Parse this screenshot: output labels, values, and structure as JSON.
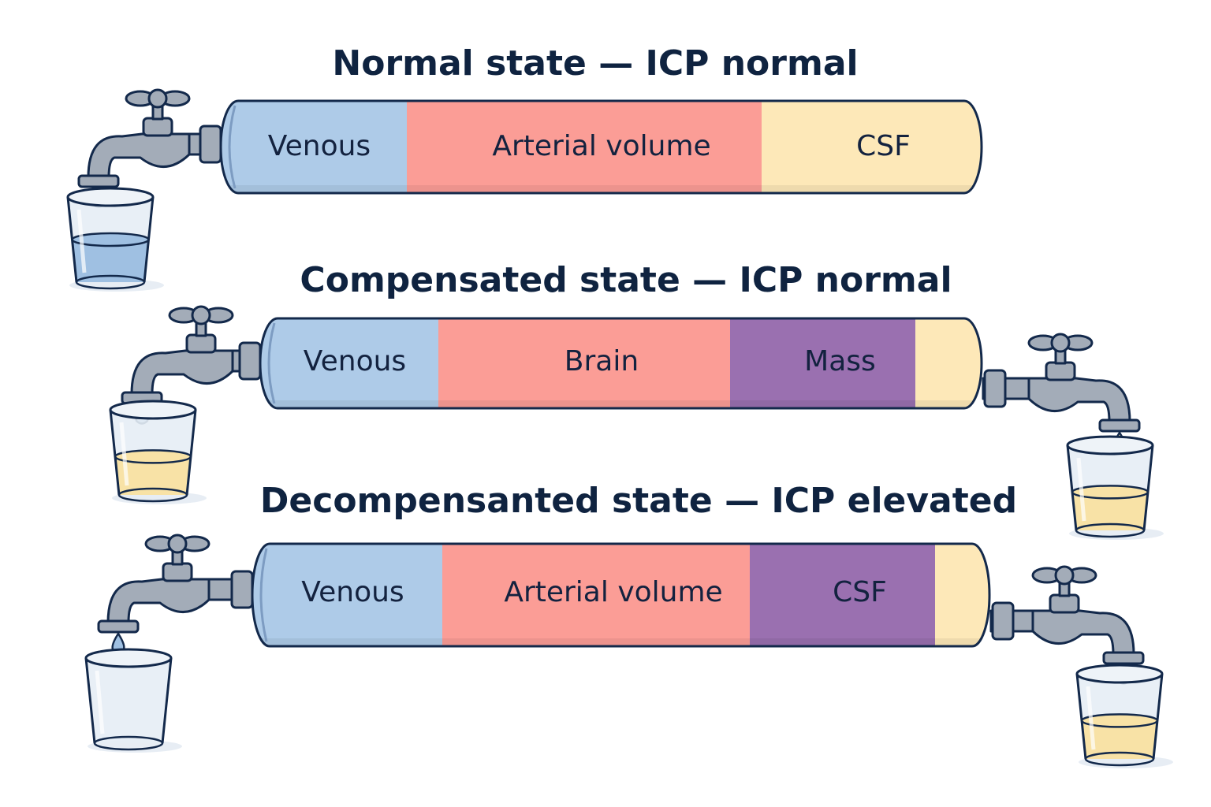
{
  "colors": {
    "outline": "#13294b",
    "venous": "#aecbe8",
    "arterial": "#fb9d96",
    "csf": "#fde8b8",
    "mass": "#9a70b0",
    "tap": "#a3acb8",
    "water_blue": "#9fc0e2",
    "water_yellow": "#f8e2a6"
  },
  "panels": [
    {
      "title": "Normal state — ICP normal",
      "segments": [
        {
          "label": "Venous",
          "kind": "venous"
        },
        {
          "label": "Arterial volume",
          "kind": "arterial"
        },
        {
          "label": "CSF",
          "kind": "csf"
        }
      ],
      "left_tap": {
        "drop": "blue",
        "glass_fill": "blue",
        "glass_level": 0.5
      },
      "right_tap": null
    },
    {
      "title": "Compensated state — ICP normal",
      "segments": [
        {
          "label": "Venous",
          "kind": "venous"
        },
        {
          "label": "Brain",
          "kind": "arterial"
        },
        {
          "label": "Mass",
          "kind": "mass"
        },
        {
          "label": "",
          "kind": "csf"
        }
      ],
      "left_tap": {
        "drop": "blue",
        "glass_fill": "yellow",
        "glass_level": 0.45
      },
      "right_tap": {
        "drop": "yellow",
        "glass_fill": "yellow",
        "glass_level": 0.45
      }
    },
    {
      "title": "Decompensanted state — ICP elevated",
      "segments": [
        {
          "label": "Venous",
          "kind": "venous"
        },
        {
          "label": "Arterial volume",
          "kind": "arterial"
        },
        {
          "label": "CSF",
          "kind": "mass"
        },
        {
          "label": "",
          "kind": "csf"
        }
      ],
      "left_tap": {
        "drop": "blue",
        "glass_fill": "empty",
        "glass_level": 0
      },
      "right_tap": {
        "drop": "yellow",
        "glass_fill": "yellow",
        "glass_level": 0.45
      }
    }
  ]
}
